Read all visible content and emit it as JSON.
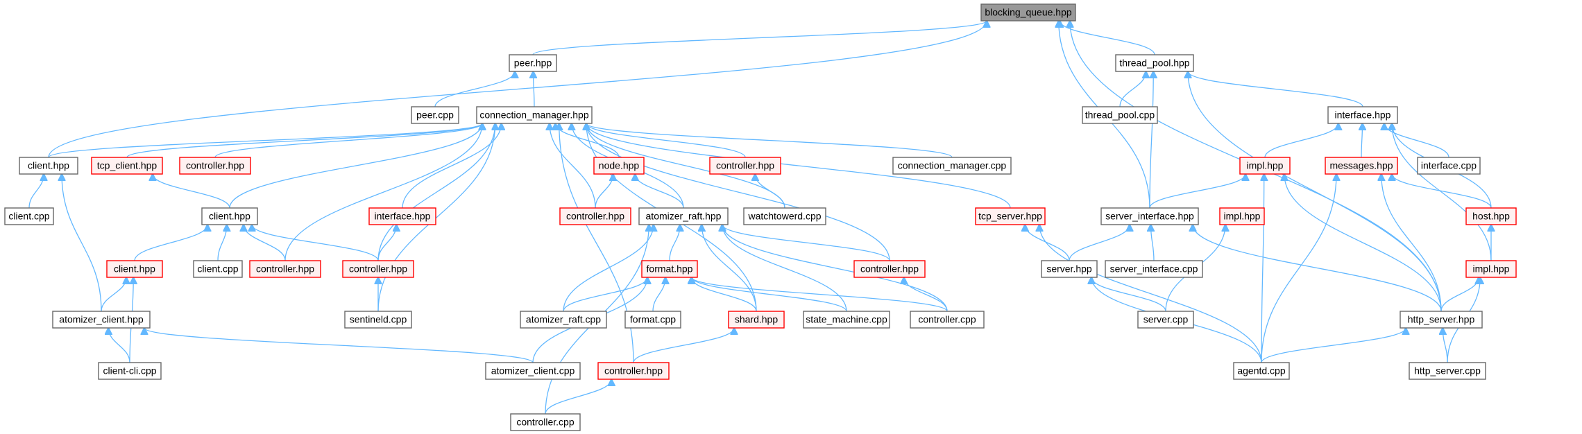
{
  "diagram": {
    "type": "include-dependency-graph",
    "colors": {
      "edge": "#63b8ff",
      "focus_fill": "#999999",
      "red_border": "#ff0000",
      "normal_border": "#666666"
    },
    "nodes": [
      {
        "id": "bq",
        "label": "blocking_queue.hpp",
        "style": "focus"
      },
      {
        "id": "peer_h",
        "label": "peer.hpp",
        "style": "normal"
      },
      {
        "id": "tp_h",
        "label": "thread_pool.hpp",
        "style": "normal"
      },
      {
        "id": "peer_c",
        "label": "peer.cpp",
        "style": "normal"
      },
      {
        "id": "cm_h",
        "label": "connection_manager.hpp",
        "style": "normal"
      },
      {
        "id": "tp_c",
        "label": "thread_pool.cpp",
        "style": "normal"
      },
      {
        "id": "if_h",
        "label": "interface.hpp",
        "style": "normal"
      },
      {
        "id": "cl_h1",
        "label": "client.hpp",
        "style": "normal"
      },
      {
        "id": "tcpc_h",
        "label": "tcp_client.hpp",
        "style": "red"
      },
      {
        "id": "ctl_h1",
        "label": "controller.hpp",
        "style": "red"
      },
      {
        "id": "node_h",
        "label": "node.hpp",
        "style": "red"
      },
      {
        "id": "ctl_h2",
        "label": "controller.hpp",
        "style": "red"
      },
      {
        "id": "cm_c",
        "label": "connection_manager.cpp",
        "style": "normal"
      },
      {
        "id": "impl_h1",
        "label": "impl.hpp",
        "style": "red"
      },
      {
        "id": "msg_h",
        "label": "messages.hpp",
        "style": "red"
      },
      {
        "id": "if_c",
        "label": "interface.cpp",
        "style": "normal"
      },
      {
        "id": "cl_c1",
        "label": "client.cpp",
        "style": "normal"
      },
      {
        "id": "cl_h2",
        "label": "client.hpp",
        "style": "normal"
      },
      {
        "id": "ifc_h",
        "label": "interface.hpp",
        "style": "red"
      },
      {
        "id": "ctl_h3",
        "label": "controller.hpp",
        "style": "red"
      },
      {
        "id": "ar_h",
        "label": "atomizer_raft.hpp",
        "style": "normal"
      },
      {
        "id": "wt_c",
        "label": "watchtowerd.cpp",
        "style": "normal"
      },
      {
        "id": "tcps_h",
        "label": "tcp_server.hpp",
        "style": "red"
      },
      {
        "id": "si_h",
        "label": "server_interface.hpp",
        "style": "normal"
      },
      {
        "id": "impl_h2",
        "label": "impl.hpp",
        "style": "red"
      },
      {
        "id": "host_h",
        "label": "host.hpp",
        "style": "red"
      },
      {
        "id": "cl_h3",
        "label": "client.hpp",
        "style": "red"
      },
      {
        "id": "cl_c2",
        "label": "client.cpp",
        "style": "normal"
      },
      {
        "id": "ctl_h4",
        "label": "controller.hpp",
        "style": "red"
      },
      {
        "id": "ctl_h5",
        "label": "controller.hpp",
        "style": "red"
      },
      {
        "id": "fmt_h",
        "label": "format.hpp",
        "style": "red"
      },
      {
        "id": "ctl_h6",
        "label": "controller.hpp",
        "style": "red"
      },
      {
        "id": "srv_h",
        "label": "server.hpp",
        "style": "normal"
      },
      {
        "id": "si_c",
        "label": "server_interface.cpp",
        "style": "normal"
      },
      {
        "id": "impl_h3",
        "label": "impl.hpp",
        "style": "red"
      },
      {
        "id": "ac_h",
        "label": "atomizer_client.hpp",
        "style": "normal"
      },
      {
        "id": "snt_c",
        "label": "sentineld.cpp",
        "style": "normal"
      },
      {
        "id": "ar_c",
        "label": "atomizer_raft.cpp",
        "style": "normal"
      },
      {
        "id": "fmt_c",
        "label": "format.cpp",
        "style": "normal"
      },
      {
        "id": "shard_h",
        "label": "shard.hpp",
        "style": "red"
      },
      {
        "id": "sm_c",
        "label": "state_machine.cpp",
        "style": "normal"
      },
      {
        "id": "ctl_c1",
        "label": "controller.cpp",
        "style": "normal"
      },
      {
        "id": "srv_c",
        "label": "server.cpp",
        "style": "normal"
      },
      {
        "id": "http_h",
        "label": "http_server.hpp",
        "style": "normal"
      },
      {
        "id": "cli_c",
        "label": "client-cli.cpp",
        "style": "normal"
      },
      {
        "id": "ac_c",
        "label": "atomizer_client.cpp",
        "style": "normal"
      },
      {
        "id": "ctl_h7",
        "label": "controller.hpp",
        "style": "red"
      },
      {
        "id": "agentd_c",
        "label": "agentd.cpp",
        "style": "normal"
      },
      {
        "id": "http_c",
        "label": "http_server.cpp",
        "style": "normal"
      },
      {
        "id": "ctl_c2",
        "label": "controller.cpp",
        "style": "normal"
      }
    ],
    "edges": [
      [
        "peer_h",
        "bq"
      ],
      [
        "tp_h",
        "bq"
      ],
      [
        "cl_h1",
        "bq"
      ],
      [
        "si_h",
        "bq"
      ],
      [
        "http_h",
        "bq"
      ],
      [
        "peer_c",
        "peer_h"
      ],
      [
        "cm_h",
        "peer_h"
      ],
      [
        "tp_c",
        "tp_h"
      ],
      [
        "if_h",
        "tp_h"
      ],
      [
        "si_h",
        "tp_h"
      ],
      [
        "http_h",
        "tp_h"
      ],
      [
        "cl_h1",
        "cm_h"
      ],
      [
        "tcpc_h",
        "cm_h"
      ],
      [
        "ctl_h1",
        "cm_h"
      ],
      [
        "node_h",
        "cm_h"
      ],
      [
        "ctl_h2",
        "cm_h"
      ],
      [
        "cm_c",
        "cm_h"
      ],
      [
        "tcps_h",
        "cm_h"
      ],
      [
        "cl_h2",
        "cm_h"
      ],
      [
        "ifc_h",
        "cm_h"
      ],
      [
        "ctl_h3",
        "cm_h"
      ],
      [
        "ar_h",
        "cm_h"
      ],
      [
        "wt_c",
        "cm_h"
      ],
      [
        "ctl_h4",
        "cm_h"
      ],
      [
        "ctl_h5",
        "cm_h"
      ],
      [
        "ctl_h6",
        "cm_h"
      ],
      [
        "snt_c",
        "cm_h"
      ],
      [
        "shard_h",
        "cm_h"
      ],
      [
        "ctl_h7",
        "cm_h"
      ],
      [
        "impl_h1",
        "if_h"
      ],
      [
        "msg_h",
        "if_h"
      ],
      [
        "if_c",
        "if_h"
      ],
      [
        "host_h",
        "if_h"
      ],
      [
        "impl_h3",
        "if_h"
      ],
      [
        "cl_c1",
        "cl_h1"
      ],
      [
        "ac_h",
        "cl_h1"
      ],
      [
        "cl_h2",
        "tcpc_h"
      ],
      [
        "ctl_h3",
        "node_h"
      ],
      [
        "ar_h",
        "node_h"
      ],
      [
        "wt_c",
        "ctl_h2"
      ],
      [
        "si_h",
        "impl_h1"
      ],
      [
        "agentd_c",
        "impl_h1"
      ],
      [
        "http_h",
        "impl_h1"
      ],
      [
        "agentd_c",
        "msg_h"
      ],
      [
        "host_h",
        "msg_h"
      ],
      [
        "http_h",
        "msg_h"
      ],
      [
        "cl_h3",
        "cl_h2"
      ],
      [
        "cl_c2",
        "cl_h2"
      ],
      [
        "ctl_h4",
        "cl_h2"
      ],
      [
        "ctl_h5",
        "cl_h2"
      ],
      [
        "ctl_h5",
        "ifc_h"
      ],
      [
        "fmt_h",
        "ar_h"
      ],
      [
        "ar_c",
        "ar_h"
      ],
      [
        "ctl_h6",
        "ar_h"
      ],
      [
        "shard_h",
        "ar_h"
      ],
      [
        "sm_c",
        "ar_h"
      ],
      [
        "ctl_c1",
        "ar_h"
      ],
      [
        "ctl_c2",
        "ar_h"
      ],
      [
        "srv_h",
        "tcps_h"
      ],
      [
        "agentd_c",
        "tcps_h"
      ],
      [
        "srv_h",
        "si_h"
      ],
      [
        "si_c",
        "si_h"
      ],
      [
        "http_h",
        "si_h"
      ],
      [
        "srv_c",
        "impl_h2"
      ],
      [
        "impl_h3",
        "host_h"
      ],
      [
        "ac_h",
        "cl_h3"
      ],
      [
        "cli_c",
        "cl_h3"
      ],
      [
        "snt_c",
        "ctl_h5"
      ],
      [
        "ar_c",
        "fmt_h"
      ],
      [
        "fmt_c",
        "fmt_h"
      ],
      [
        "shard_h",
        "fmt_h"
      ],
      [
        "sm_c",
        "fmt_h"
      ],
      [
        "ctl_c1",
        "fmt_h"
      ],
      [
        "ac_c",
        "fmt_h"
      ],
      [
        "ctl_c1",
        "ctl_h6"
      ],
      [
        "srv_c",
        "srv_h"
      ],
      [
        "agentd_c",
        "srv_h"
      ],
      [
        "http_h",
        "impl_h3"
      ],
      [
        "http_c",
        "impl_h3"
      ],
      [
        "cli_c",
        "ac_h"
      ],
      [
        "ac_c",
        "ac_h"
      ],
      [
        "ctl_h7",
        "shard_h"
      ],
      [
        "agentd_c",
        "http_h"
      ],
      [
        "http_c",
        "http_h"
      ],
      [
        "ctl_c2",
        "ctl_h7"
      ]
    ]
  }
}
